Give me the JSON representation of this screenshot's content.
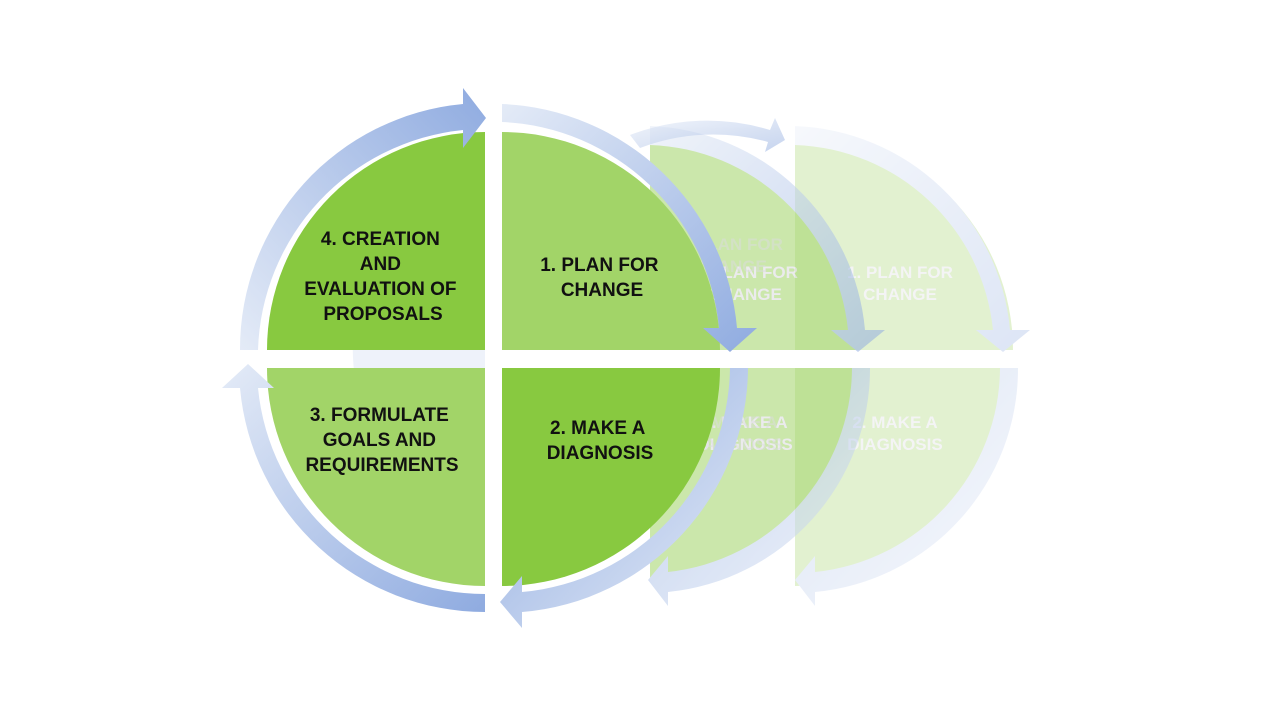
{
  "quadrants": [
    {
      "id": "plan",
      "lines": [
        "1. PLAN FOR",
        "CHANGE"
      ]
    },
    {
      "id": "diagnosis",
      "lines": [
        "2. MAKE A",
        "DIAGNOSIS"
      ]
    },
    {
      "id": "goals",
      "lines": [
        "3. FORMULATE",
        "GOALS AND",
        "REQUIREMENTS"
      ]
    },
    {
      "id": "creation",
      "lines": [
        "4. CREATION",
        "AND",
        "EVALUATION OF",
        "PROPOSALS"
      ]
    }
  ],
  "ghost_copies": [
    {
      "plan": [
        "1. PLAN FOR",
        "CHANGE"
      ],
      "diagnosis": [
        "2. MAKE A",
        "DIAGNOSIS"
      ]
    },
    {
      "plan": [
        "1. PLAN FOR",
        "CHANGE"
      ],
      "diagnosis": [
        "2. MAKE A",
        "DIAGNOSIS"
      ]
    },
    {
      "plan": [
        "1. PLAN FOR",
        "CHANGE"
      ],
      "diagnosis": [
        "2. MAKE A",
        "DIAGNOSIS"
      ]
    }
  ],
  "colors": {
    "green_dark": "#88c940",
    "green_light": "#a2d468",
    "ring_light": "#dde6f5",
    "ring_dark": "#92ade0",
    "text": "#111111"
  }
}
